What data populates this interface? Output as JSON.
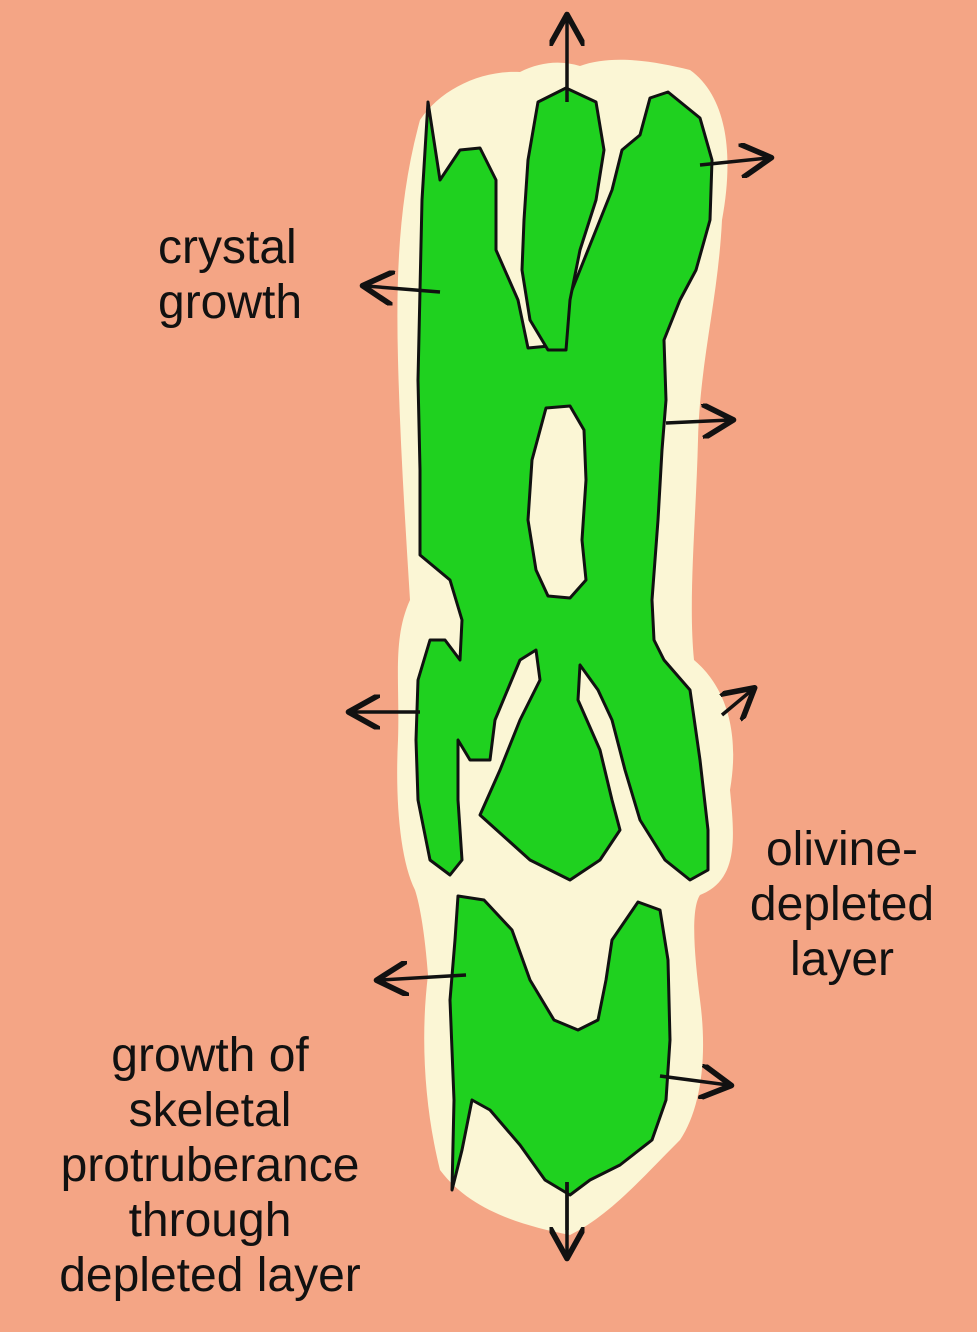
{
  "labels": {
    "crystal_growth": [
      "crystal",
      "growth"
    ],
    "olivine_layer": [
      "olivine-",
      "depleted",
      "layer"
    ],
    "protuberance": [
      "growth of",
      "skeletal",
      "protruberance",
      "through",
      "depleted layer"
    ]
  },
  "colors": {
    "background": "#F4A585",
    "depleted_layer": "#FBF6D5",
    "crystal": "#1FD11F",
    "outline": "#111111"
  }
}
